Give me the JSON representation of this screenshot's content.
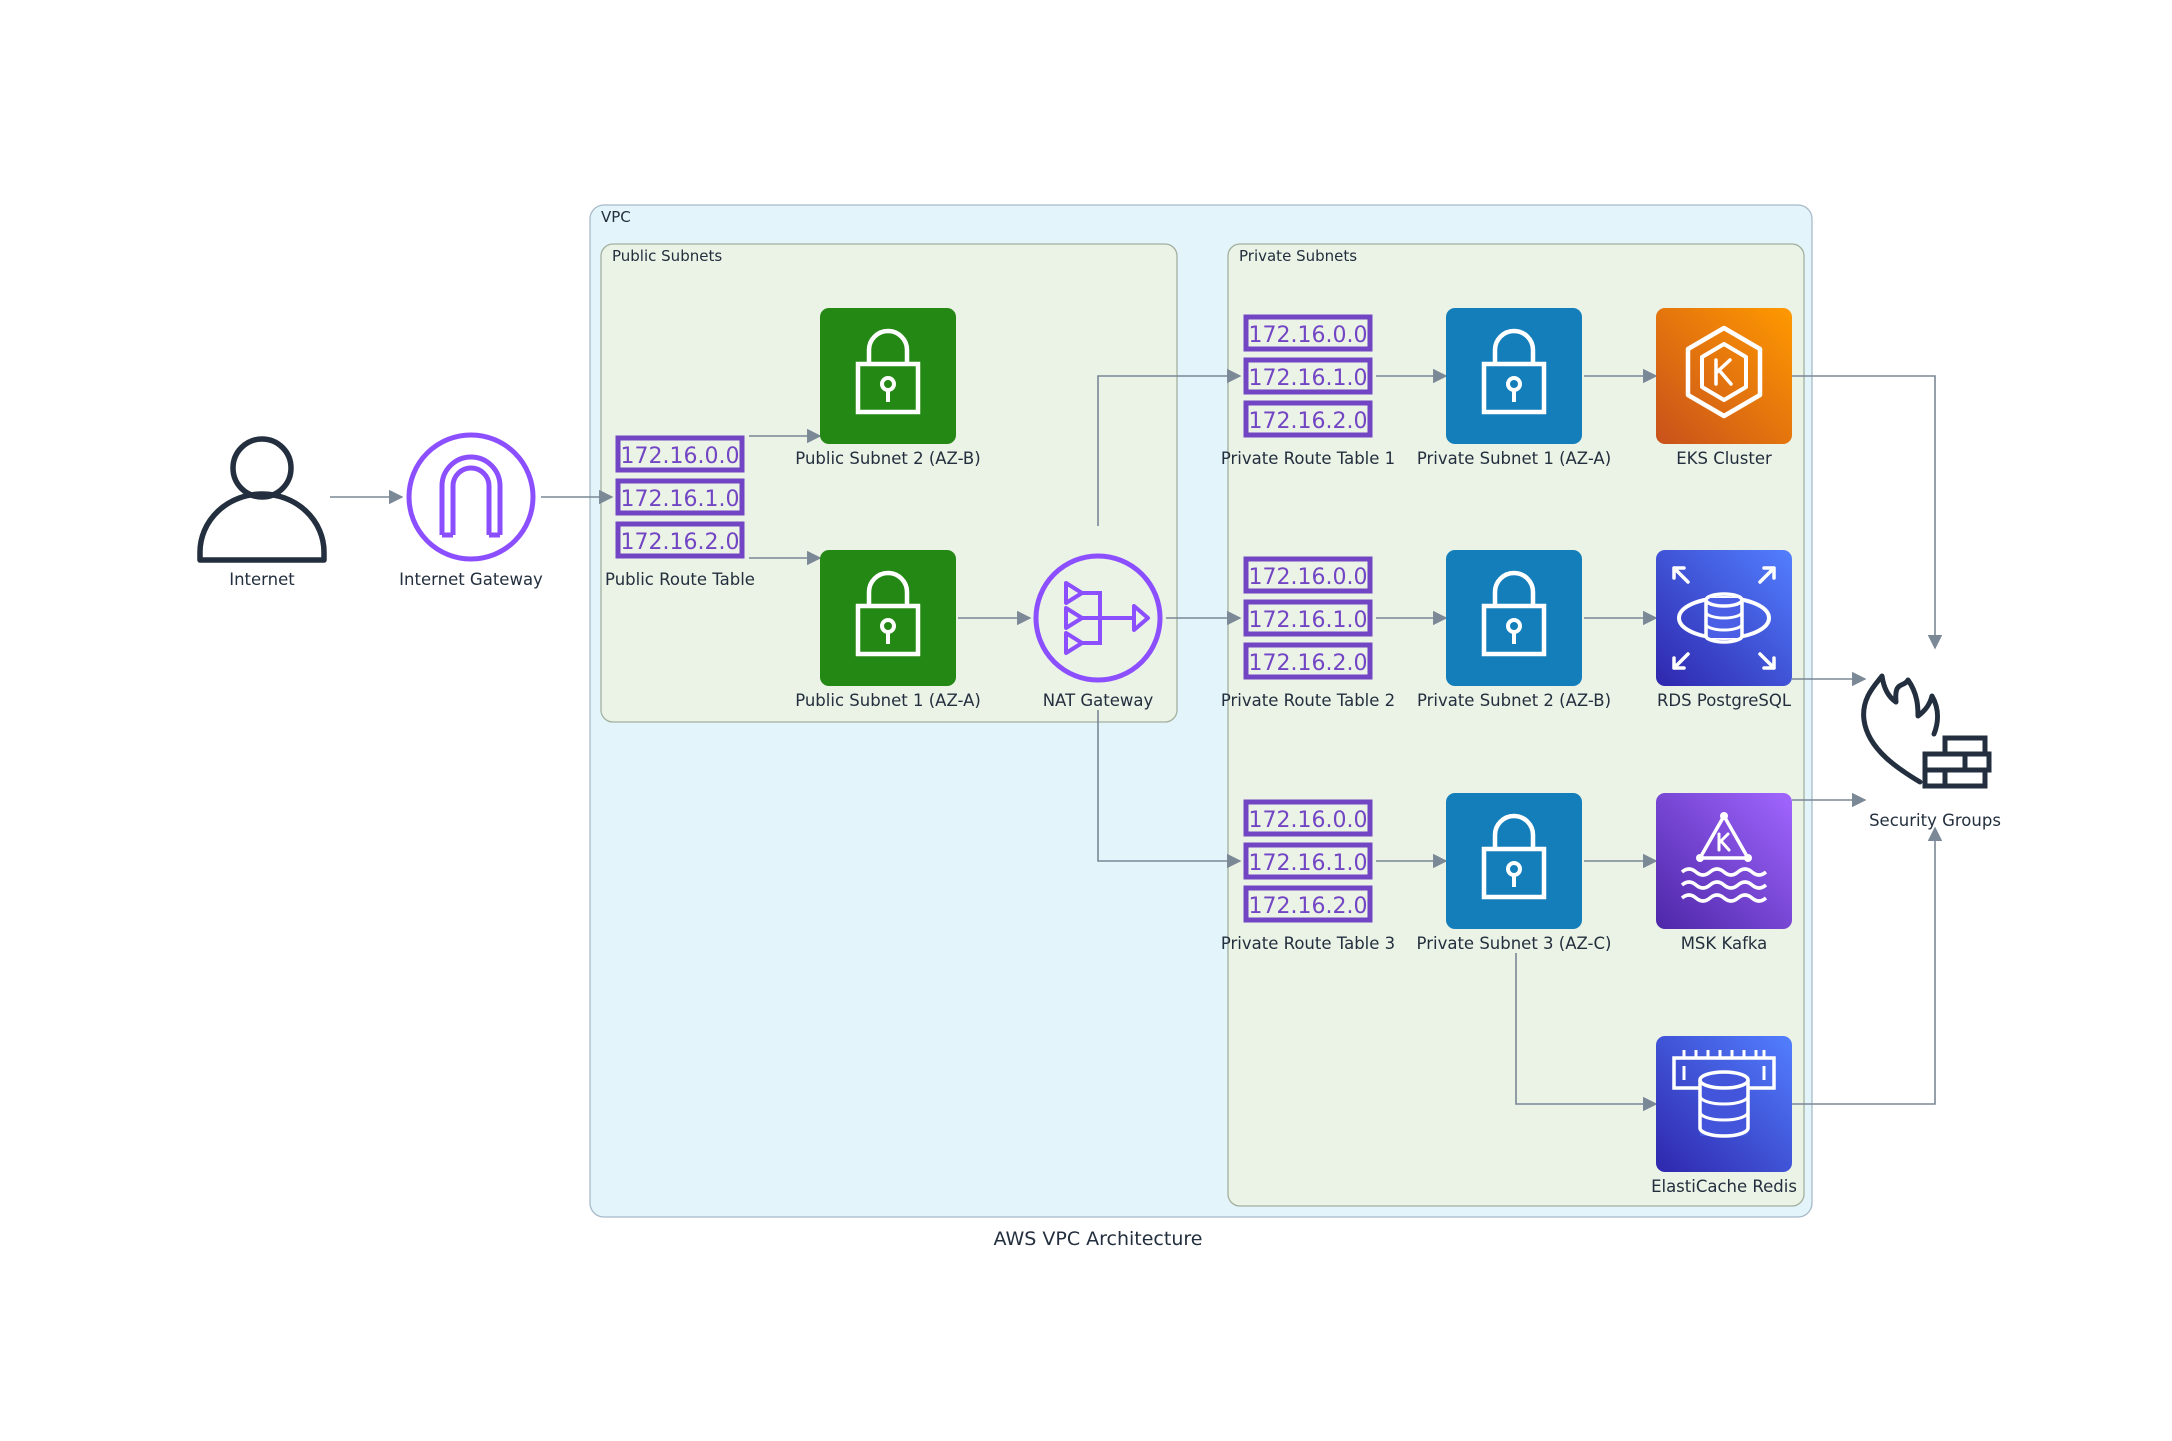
{
  "diagram": {
    "caption": "AWS VPC Architecture",
    "groups": {
      "vpc": "VPC",
      "public_subnets": "Public Subnets",
      "private_subnets": "Private Subnets"
    },
    "cidr_blocks": [
      "172.16.0.0",
      "172.16.1.0",
      "172.16.2.0"
    ],
    "nodes": {
      "internet": "Internet",
      "internet_gateway": "Internet Gateway",
      "public_route_table": "Public Route Table",
      "public_subnet_2": "Public Subnet 2 (AZ-B)",
      "public_subnet_1": "Public Subnet 1 (AZ-A)",
      "nat_gateway": "NAT Gateway",
      "private_route_table_1": "Private Route Table 1",
      "private_route_table_2": "Private Route Table 2",
      "private_route_table_3": "Private Route Table 3",
      "private_subnet_1": "Private Subnet 1 (AZ-A)",
      "private_subnet_2": "Private Subnet 2 (AZ-B)",
      "private_subnet_3": "Private Subnet 3 (AZ-C)",
      "eks_cluster": "EKS Cluster",
      "rds_postgresql": "RDS PostgreSQL",
      "msk_kafka": "MSK Kafka",
      "elasticache_redis": "ElastiCache Redis",
      "security_groups": "Security Groups"
    },
    "colors": {
      "vpc_fill": "#e3f4fa",
      "subnet_group_fill": "#ebf2e6",
      "public_subnet": "#248814",
      "private_subnet": "#147eba",
      "eks_orange": "#ed7100",
      "rds_blue": "#3b48cc",
      "msk_purple": "#8c4fff",
      "elasticache_blue": "#3b48cc",
      "gateway_purple": "#8c4fff",
      "route_table_purple": "#7245c4",
      "edge_gray": "#7b8896"
    }
  }
}
